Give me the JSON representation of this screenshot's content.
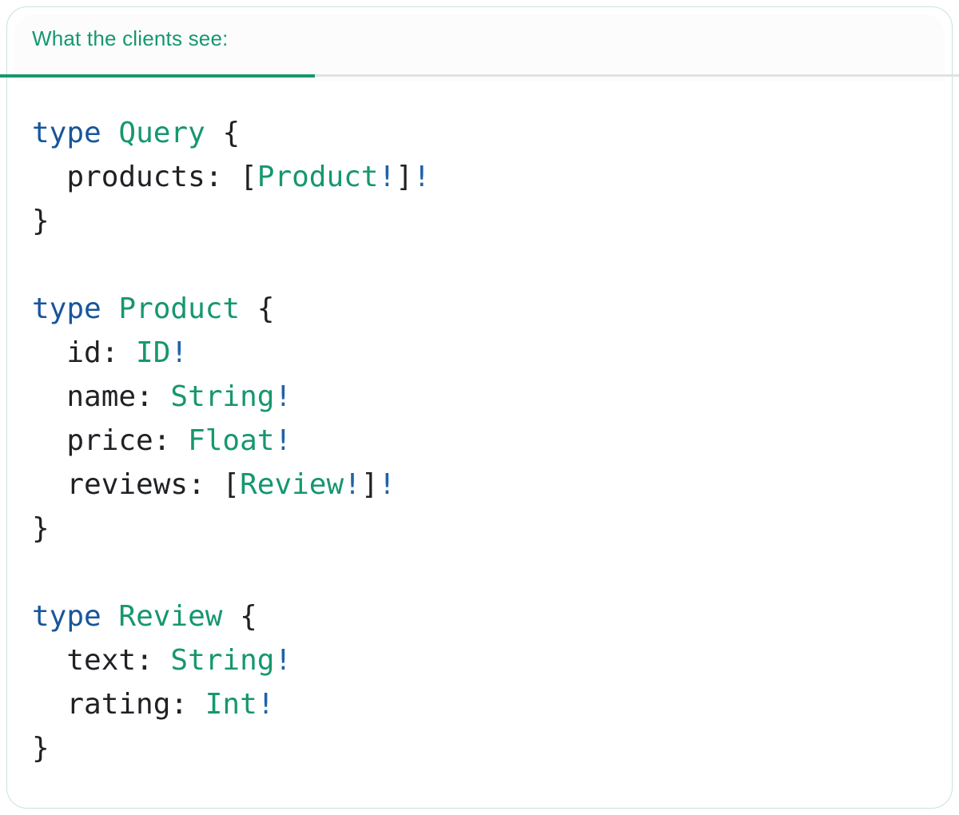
{
  "header": {
    "tab_label": "What the clients see:"
  },
  "colors": {
    "accent_teal": "#16976F",
    "keyword_blue": "#17569B",
    "bang_blue": "#1E63A9",
    "text_dark": "#1F2124",
    "divider_gray": "#E2E2E2",
    "card_border": "#C8E4D5",
    "header_bg": "#FCFCFC",
    "page_bg": "#FFFFFF"
  },
  "code": {
    "lines": [
      [
        {
          "t": "type",
          "c": "kw"
        },
        {
          "t": " ",
          "c": "pl"
        },
        {
          "t": "Query",
          "c": "ty"
        },
        {
          "t": " {",
          "c": "pl"
        }
      ],
      [
        {
          "t": "  products: [",
          "c": "pl"
        },
        {
          "t": "Product",
          "c": "ty"
        },
        {
          "t": "!",
          "c": "bg"
        },
        {
          "t": "]",
          "c": "pl"
        },
        {
          "t": "!",
          "c": "bg"
        }
      ],
      [
        {
          "t": "}",
          "c": "pl"
        }
      ],
      [],
      [
        {
          "t": "type",
          "c": "kw"
        },
        {
          "t": " ",
          "c": "pl"
        },
        {
          "t": "Product",
          "c": "ty"
        },
        {
          "t": " {",
          "c": "pl"
        }
      ],
      [
        {
          "t": "  id: ",
          "c": "pl"
        },
        {
          "t": "ID",
          "c": "ty"
        },
        {
          "t": "!",
          "c": "bg"
        }
      ],
      [
        {
          "t": "  name: ",
          "c": "pl"
        },
        {
          "t": "String",
          "c": "ty"
        },
        {
          "t": "!",
          "c": "bg"
        }
      ],
      [
        {
          "t": "  price: ",
          "c": "pl"
        },
        {
          "t": "Float",
          "c": "ty"
        },
        {
          "t": "!",
          "c": "bg"
        }
      ],
      [
        {
          "t": "  reviews: [",
          "c": "pl"
        },
        {
          "t": "Review",
          "c": "ty"
        },
        {
          "t": "!",
          "c": "bg"
        },
        {
          "t": "]",
          "c": "pl"
        },
        {
          "t": "!",
          "c": "bg"
        }
      ],
      [
        {
          "t": "}",
          "c": "pl"
        }
      ],
      [],
      [
        {
          "t": "type",
          "c": "kw"
        },
        {
          "t": " ",
          "c": "pl"
        },
        {
          "t": "Review",
          "c": "ty"
        },
        {
          "t": " {",
          "c": "pl"
        }
      ],
      [
        {
          "t": "  text: ",
          "c": "pl"
        },
        {
          "t": "String",
          "c": "ty"
        },
        {
          "t": "!",
          "c": "bg"
        }
      ],
      [
        {
          "t": "  rating: ",
          "c": "pl"
        },
        {
          "t": "Int",
          "c": "ty"
        },
        {
          "t": "!",
          "c": "bg"
        }
      ],
      [
        {
          "t": "}",
          "c": "pl"
        }
      ]
    ]
  }
}
